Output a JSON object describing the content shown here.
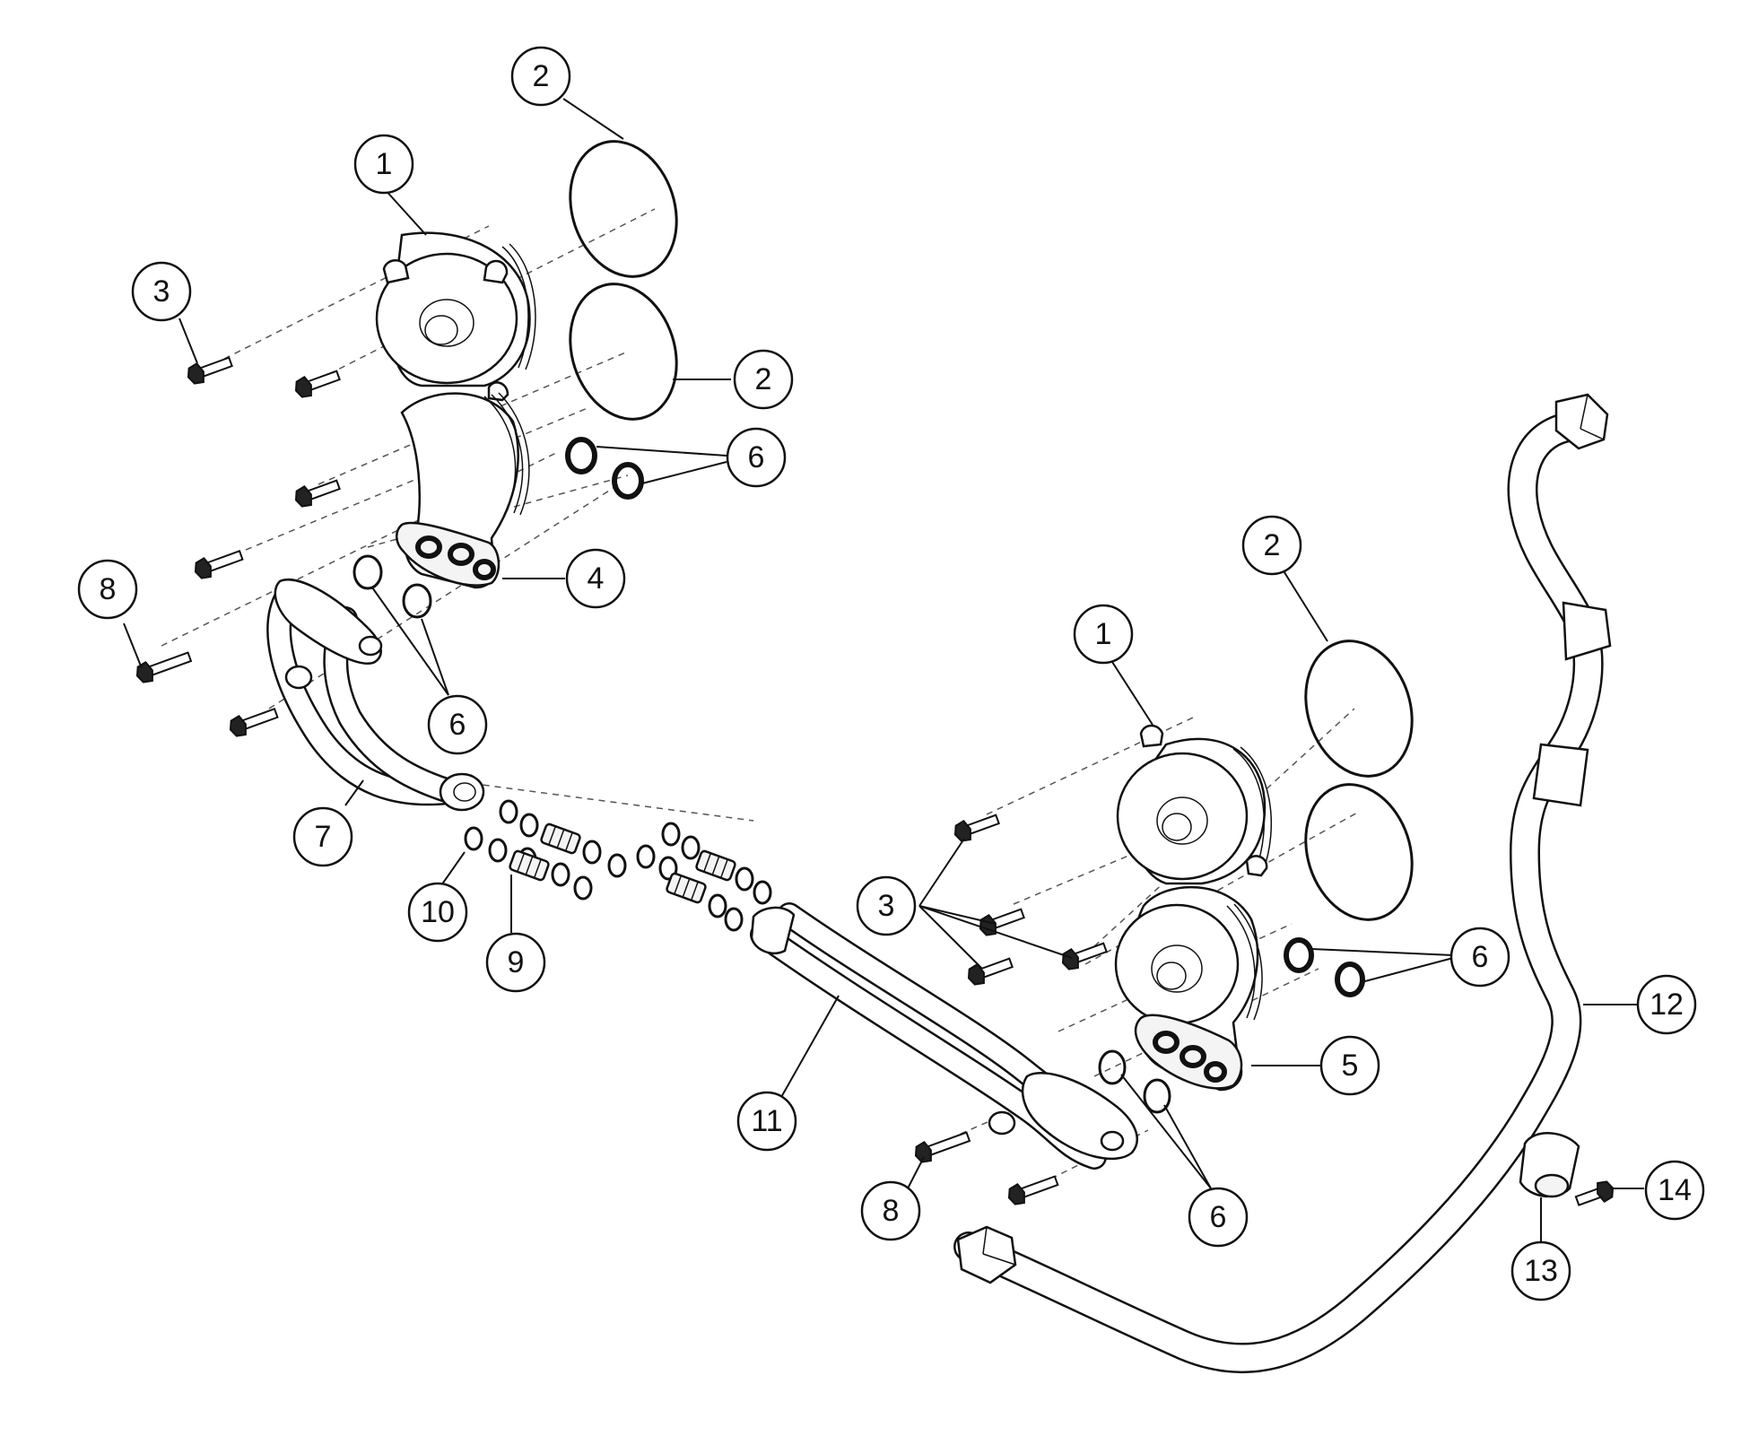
{
  "callouts": {
    "c1a": "1",
    "c2a": "2",
    "c2b": "2",
    "c3a": "3",
    "c6a": "6",
    "c4": "4",
    "c8a": "8",
    "c6b": "6",
    "c7": "7",
    "c10": "10",
    "c9": "9",
    "c2c": "2",
    "c1b": "1",
    "c3b": "3",
    "c6c": "6",
    "c12": "12",
    "c5": "5",
    "c11": "11",
    "c8b": "8",
    "c6d": "6",
    "c14": "14",
    "c13": "13"
  },
  "icons": {
    "bolt": "hex-flange-bolt-icon",
    "oring": "o-ring-icon",
    "sleeve": "connector-sleeve-icon",
    "hose": "hose-assembly-icon",
    "cover": "filter-cover-icon",
    "housing": "filter-housing-icon"
  }
}
